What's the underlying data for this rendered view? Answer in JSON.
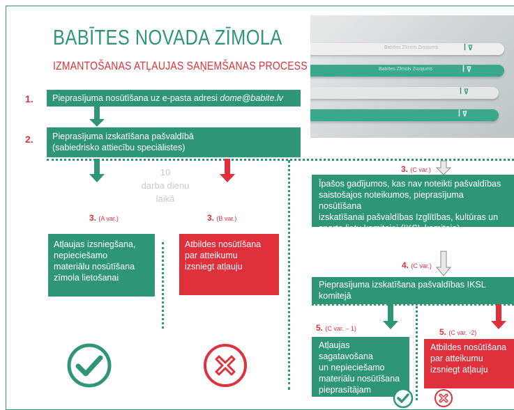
{
  "header": {
    "title": "BABĪTES NOVADA ZĪMOLA",
    "subtitle": "IZMANTOŠANAS ATĻAUJAS SAŅEMŠANAS PROCESS"
  },
  "photo": {
    "pens": [
      {
        "text": "Babītes Zīmols Ziņojums",
        "logo": "ꟾ ⊽"
      },
      {
        "text": "Babītes Zīmols Ziņojums",
        "logo": "ꟾ ⊽"
      },
      {
        "text": "",
        "logo": "ꟾ ⊽"
      },
      {
        "text": "",
        "logo": "ꟾ ⊽"
      }
    ]
  },
  "steps": {
    "step1": {
      "num": "1.",
      "text": "Pieprasījuma nosūtīšana uz e-pasta adresi ",
      "email": "dome@babite.lv"
    },
    "step2": {
      "num": "2.",
      "line1": "Pieprasījuma izskatīšana pašvaldībā",
      "line2": "(sabiedrisko attiecību speciālistes)"
    },
    "note": {
      "line1": "10",
      "line2": "darba dienu",
      "line3": "laikā"
    },
    "step3a": {
      "num": "3.",
      "var": "(A var.)",
      "lines": [
        "Atļaujas izsniegšana,",
        "nepieciešamo",
        "materiālu nosūtīšana",
        "zīmola lietošanai"
      ]
    },
    "step3b": {
      "num": "3.",
      "var": "(B var.)",
      "lines": [
        "Atbildes nosūtīšana",
        "par atteikumu",
        "izsniegt atļauju"
      ]
    },
    "step3c": {
      "num": "3.",
      "var": "(C var.)",
      "lines": [
        "Īpašos gadījumos, kas nav noteikti pašvaldības",
        "saistošajos noteikumos, pieprasījuma nosūtīšana",
        "izskatīšanai pašvaldības Izglītības, kultūras un",
        "sporta lietu komitejai (IKSL komiteja)"
      ]
    },
    "step4": {
      "num": "4.",
      "var": "(C var.)",
      "lines": [
        "Pieprasījuma izskatīšana pašvaldības IKSL",
        "komitejā"
      ]
    },
    "step5a": {
      "num": "5.",
      "var": "(C var. – 1)",
      "lines": [
        "Atļaujas sagatavošana",
        "un nepieciešamo",
        "materiālu nosūtīšana",
        "pieprasītājam"
      ]
    },
    "step5b": {
      "num": "5.",
      "var": "(C var. -2)",
      "lines": [
        "Atbildes nosūtīšana",
        "par atteikumu",
        "izsniegt atļauju"
      ]
    }
  },
  "colors": {
    "green": "#2e9577",
    "red": "#e0303c",
    "gray": "#c9c9c9"
  },
  "icons": [
    "check-icon",
    "cross-icon",
    "small-check-icon",
    "small-cross-icon"
  ]
}
